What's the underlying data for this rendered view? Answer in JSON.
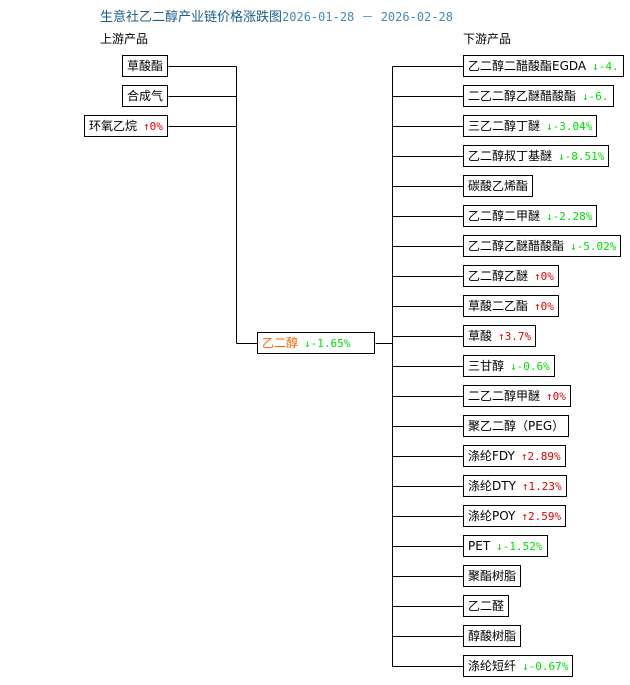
{
  "title": {
    "main": "生意社乙二醇产业链价格涨跌图",
    "dates": "2026-01-28 － 2026-02-28"
  },
  "headings": {
    "upstream": "上游产品",
    "downstream": "下游产品"
  },
  "colors": {
    "title": "#1d5c8c",
    "dates": "#4b88b5",
    "up": "#e60000",
    "down": "#00e000",
    "center": "#ff6600",
    "box_border": "#000000",
    "background": "#ffffff"
  },
  "center": {
    "name": "乙二醇",
    "arrow": "↓",
    "value": "-1.65%",
    "dir": "down"
  },
  "upstream": [
    {
      "name": "草酸酯",
      "arrow": "",
      "value": "",
      "dir": "none"
    },
    {
      "name": "合成气",
      "arrow": "",
      "value": "",
      "dir": "none"
    },
    {
      "name": "环氧乙烷",
      "arrow": "↑",
      "value": "0%",
      "dir": "up"
    }
  ],
  "downstream": [
    {
      "name": "乙二醇二醋酸酯EGDA",
      "arrow": "↓",
      "value": "-4.",
      "dir": "down"
    },
    {
      "name": "二乙二醇乙醚醋酸酯",
      "arrow": "↓",
      "value": "-6.",
      "dir": "down"
    },
    {
      "name": "三乙二醇丁醚",
      "arrow": "↓",
      "value": "-3.04%",
      "dir": "down"
    },
    {
      "name": "乙二醇叔丁基醚",
      "arrow": "↓",
      "value": "-8.51%",
      "dir": "down"
    },
    {
      "name": "碳酸乙烯酯",
      "arrow": "",
      "value": "",
      "dir": "none"
    },
    {
      "name": "乙二醇二甲醚",
      "arrow": "↓",
      "value": "-2.28%",
      "dir": "down"
    },
    {
      "name": "乙二醇乙醚醋酸酯",
      "arrow": "↓",
      "value": "-5.02%",
      "dir": "down"
    },
    {
      "name": "乙二醇乙醚",
      "arrow": "↑",
      "value": "0%",
      "dir": "up"
    },
    {
      "name": "草酸二乙酯",
      "arrow": "↑",
      "value": "0%",
      "dir": "up"
    },
    {
      "name": "草酸",
      "arrow": "↑",
      "value": "3.7%",
      "dir": "up"
    },
    {
      "name": "三甘醇",
      "arrow": "↓",
      "value": "-0.6%",
      "dir": "down"
    },
    {
      "name": "二乙二醇甲醚",
      "arrow": "↑",
      "value": "0%",
      "dir": "up"
    },
    {
      "name": "聚乙二醇（PEG）",
      "arrow": "",
      "value": "",
      "dir": "none"
    },
    {
      "name": "涤纶FDY",
      "arrow": "↑",
      "value": "2.89%",
      "dir": "up"
    },
    {
      "name": "涤纶DTY",
      "arrow": "↑",
      "value": "1.23%",
      "dir": "up"
    },
    {
      "name": "涤纶POY",
      "arrow": "↑",
      "value": "2.59%",
      "dir": "up"
    },
    {
      "name": "PET",
      "arrow": "↓",
      "value": "-1.52%",
      "dir": "down"
    },
    {
      "name": "聚酯树脂",
      "arrow": "",
      "value": "",
      "dir": "none"
    },
    {
      "name": "乙二醛",
      "arrow": "",
      "value": "",
      "dir": "none"
    },
    {
      "name": "醇酸树脂",
      "arrow": "",
      "value": "",
      "dir": "none"
    },
    {
      "name": "涤纶短纤",
      "arrow": "↓",
      "value": "-0.67%",
      "dir": "down"
    }
  ],
  "chart_data": {
    "type": "diagram",
    "title": "生意社乙二醇产业链价格涨跌图",
    "period_start": "2026-01-28",
    "period_end": "2026-02-28",
    "center_product": "乙二醇",
    "center_change_pct": -1.65,
    "upstream_products": [
      {
        "name": "草酸酯",
        "change_pct": null
      },
      {
        "name": "合成气",
        "change_pct": null
      },
      {
        "name": "环氧乙烷",
        "change_pct": 0
      }
    ],
    "downstream_products": [
      {
        "name": "乙二醇二醋酸酯EGDA",
        "change_pct": -4.0
      },
      {
        "name": "二乙二醇乙醚醋酸酯",
        "change_pct": -6.0
      },
      {
        "name": "三乙二醇丁醚",
        "change_pct": -3.04
      },
      {
        "name": "乙二醇叔丁基醚",
        "change_pct": -8.51
      },
      {
        "name": "碳酸乙烯酯",
        "change_pct": null
      },
      {
        "name": "乙二醇二甲醚",
        "change_pct": -2.28
      },
      {
        "name": "乙二醇乙醚醋酸酯",
        "change_pct": -5.02
      },
      {
        "name": "乙二醇乙醚",
        "change_pct": 0
      },
      {
        "name": "草酸二乙酯",
        "change_pct": 0
      },
      {
        "name": "草酸",
        "change_pct": 3.7
      },
      {
        "name": "三甘醇",
        "change_pct": -0.6
      },
      {
        "name": "二乙二醇甲醚",
        "change_pct": 0
      },
      {
        "name": "聚乙二醇（PEG）",
        "change_pct": null
      },
      {
        "name": "涤纶FDY",
        "change_pct": 2.89
      },
      {
        "name": "涤纶DTY",
        "change_pct": 1.23
      },
      {
        "name": "涤纶POY",
        "change_pct": 2.59
      },
      {
        "name": "PET",
        "change_pct": -1.52
      },
      {
        "name": "聚酯树脂",
        "change_pct": null
      },
      {
        "name": "乙二醛",
        "change_pct": null
      },
      {
        "name": "醇酸树脂",
        "change_pct": null
      },
      {
        "name": "涤纶短纤",
        "change_pct": -0.67
      }
    ]
  }
}
